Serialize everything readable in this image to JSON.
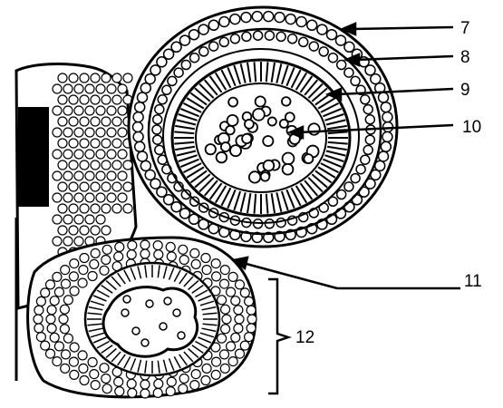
{
  "figure": {
    "labels": [
      {
        "id": "lbl-7",
        "text": "7"
      },
      {
        "id": "lbl-8",
        "text": "8"
      },
      {
        "id": "lbl-9",
        "text": "9"
      },
      {
        "id": "lbl-10",
        "text": "10"
      },
      {
        "id": "lbl-11",
        "text": "11"
      },
      {
        "id": "lbl-12",
        "text": "12"
      }
    ],
    "colors": {
      "ink": "#000000",
      "paper": "#ffffff"
    }
  }
}
